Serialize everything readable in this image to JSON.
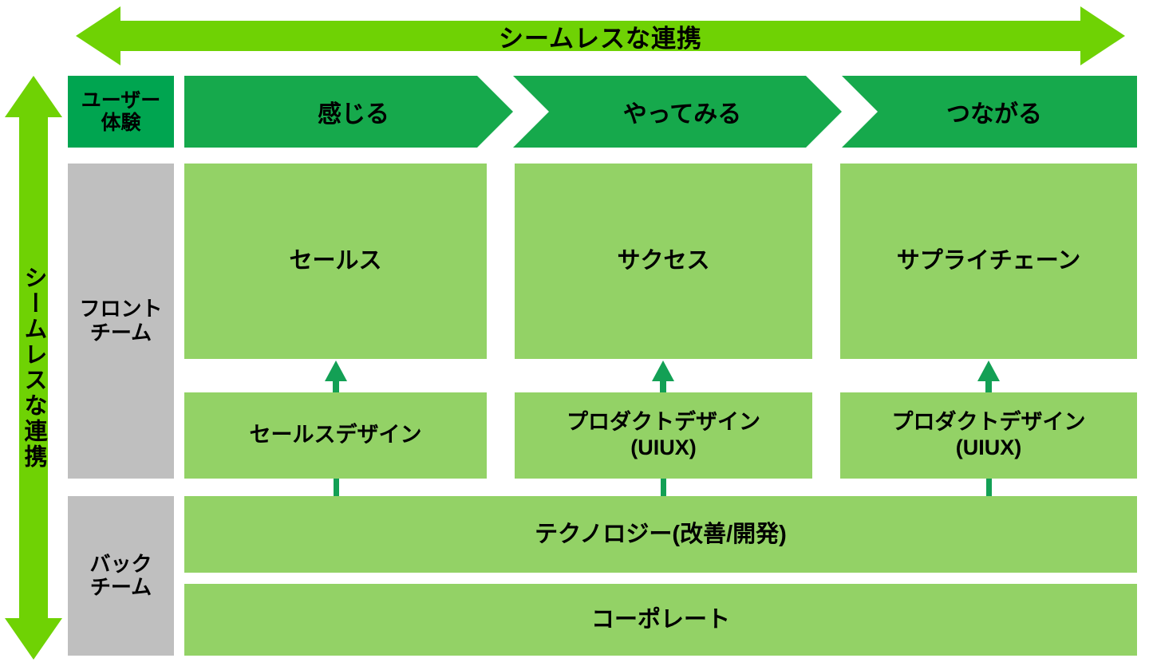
{
  "colors": {
    "bright_green": "#6FD204",
    "chevron_green": "#16A94C",
    "header_green": "#00A550",
    "light_green": "#93D266",
    "gray": "#BFBFBF",
    "arrow_green": "#13A055",
    "text": "#000000"
  },
  "top_banner": {
    "label": "シームレスな連携",
    "icon": "double-headed-horizontal-arrow"
  },
  "left_banner": {
    "label": "シームレスな連携",
    "icon": "double-headed-vertical-arrow"
  },
  "row_labels": {
    "ux": "ユーザー\n体験",
    "ux_line1": "ユーザー",
    "ux_line2": "体験",
    "front_line1": "フロント",
    "front_line2": "チーム",
    "back_line1": "バック",
    "back_line2": "チーム"
  },
  "stages": [
    {
      "label": "感じる"
    },
    {
      "label": "やってみる"
    },
    {
      "label": "つながる"
    }
  ],
  "front_boxes": [
    {
      "label": "セールス"
    },
    {
      "label": "サクセス"
    },
    {
      "label": "サプライチェーン"
    }
  ],
  "design_boxes": [
    {
      "line1": "セールスデザイン",
      "line2": ""
    },
    {
      "line1": "プロダクトデザイン",
      "line2": "(UIUX)"
    },
    {
      "line1": "プロダクトデザイン",
      "line2": "(UIUX)"
    }
  ],
  "back_bars": [
    {
      "label": "テクノロジー(改善/開発)"
    },
    {
      "label": "コーポレート"
    }
  ],
  "chart_data": {
    "type": "diagram",
    "title": "シームレスな連携",
    "columns": [
      "感じる",
      "やってみる",
      "つながる"
    ],
    "rows": [
      {
        "name": "ユーザー体験",
        "cells": [
          "感じる",
          "やってみる",
          "つながる"
        ]
      },
      {
        "name": "フロントチーム",
        "cells": [
          "セールス",
          "サクセス",
          "サプライチェーン"
        ]
      },
      {
        "name": "フロントチーム",
        "cells": [
          "セールスデザイン",
          "プロダクトデザイン(UIUX)",
          "プロダクトデザイン(UIUX)"
        ]
      },
      {
        "name": "バックチーム",
        "cells": [
          "テクノロジー(改善/開発)"
        ]
      },
      {
        "name": "バックチーム",
        "cells": [
          "コーポレート"
        ]
      }
    ]
  }
}
